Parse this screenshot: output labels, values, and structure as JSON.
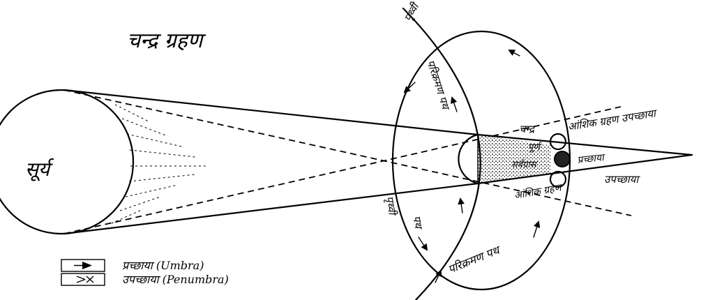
{
  "title": "चन्द्र ग्रहण",
  "labels": {
    "sun": "सूर्य",
    "earth_top": "पृथ्वी",
    "orbit_top": "परिक्रमण पथ",
    "earth_bottom": "पृथ्वी",
    "path_bottom": "पथ",
    "orbit_bottom": "परिक्रमण पथ",
    "moon": "चन्द्र",
    "partial_penumbra_top": "आंशिक ग्रहण उपच्छाया",
    "total_1": "पूर्ण",
    "total_2": "सर्वग्रास",
    "umbra": "प्रच्छाया",
    "penumbra": "उपच्छाया",
    "partial_bottom": "आंशिक ग्रहण"
  },
  "legend": [
    {
      "symbol": "umbra-arrow-icon",
      "label": "प्रच्छाया (Umbra)"
    },
    {
      "symbol": "penumbra-cross-icon",
      "label": "उपच्छाया (Penumbra)"
    }
  ],
  "colors": {
    "ink": "#000000",
    "background": "#ffffff"
  }
}
